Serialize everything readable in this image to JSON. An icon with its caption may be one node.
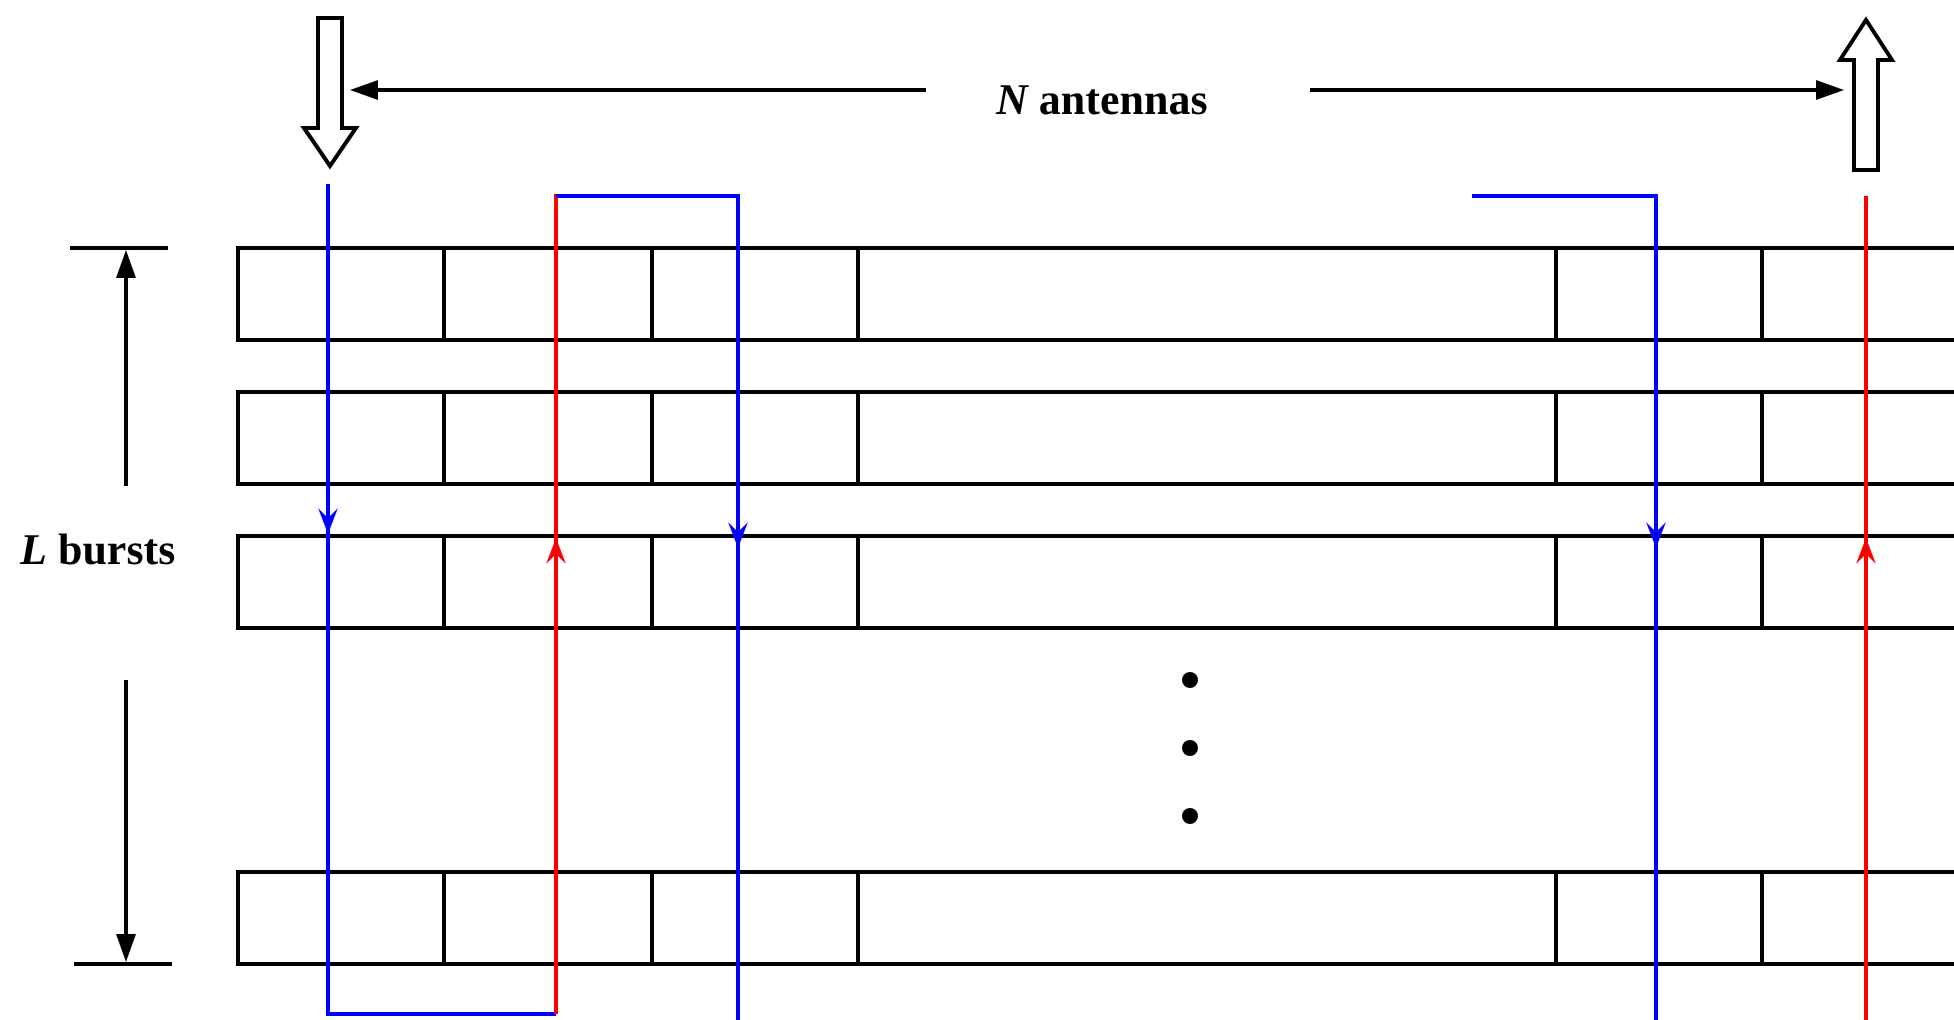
{
  "diagram": {
    "nodes": [
      {
        "text": [],
        "shape": "box"
      },
      {
        "text": [],
        "shape": "box"
      },
      {
        "text": [],
        "shape": "box"
      },
      {
        "text": [],
        "shape": "box"
      },
      {
        "text": [],
        "shape": "box"
      },
      {
        "text": [],
        "shape": "box"
      },
      {
        "text": [],
        "shape": "box"
      },
      {
        "text": [],
        "shape": "box"
      },
      {
        "text": [],
        "shape": "box"
      },
      {
        "text": [],
        "shape": "box"
      },
      {
        "text": [],
        "shape": "box"
      },
      {
        "text": [],
        "shape": "box"
      },
      {
        "text": [],
        "shape": "box"
      },
      {
        "text": [],
        "shape": "box"
      },
      {
        "text": [],
        "shape": "box"
      },
      {
        "text": [],
        "shape": "box"
      },
      {
        "text": [],
        "shape": "box"
      },
      {
        "text": [],
        "shape": "box"
      },
      {
        "text": [],
        "shape": "box"
      },
      {
        "text": [],
        "shape": "box"
      },
      {
        "text": [],
        "shape": "box"
      },
      {
        "text": [],
        "shape": "box"
      },
      {
        "text": [],
        "shape": "box"
      },
      {
        "text": [],
        "shape": "box"
      }
    ],
    "labels": [
      "*N* antennas",
      "*L* bursts"
    ]
  }
}
